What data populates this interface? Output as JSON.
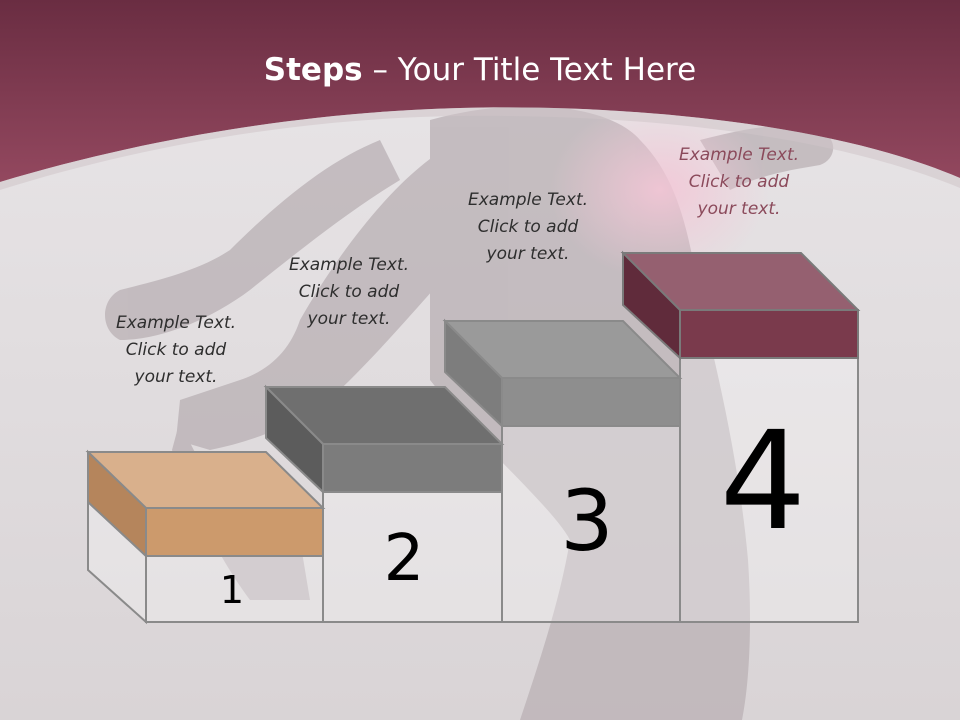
{
  "title": {
    "bold": "Steps",
    "rest": " – Your Title Text Here"
  },
  "steps": [
    {
      "number": "1",
      "lines": [
        "Example Text.",
        "Click  to add",
        "your text."
      ],
      "color": "#cc9a6c"
    },
    {
      "number": "2",
      "lines": [
        "Example Text.",
        "Click  to add",
        "your text."
      ],
      "color": "#7c7c7c"
    },
    {
      "number": "3",
      "lines": [
        "Example Text.",
        "Click  to add",
        "your text."
      ],
      "color": "#8e8e8e"
    },
    {
      "number": "4",
      "lines": [
        "Example Text.",
        "Click  to add",
        "your text."
      ],
      "color": "#7a3a4c"
    }
  ],
  "colors": {
    "header": "#7d3a50",
    "background": "#e6e2e4"
  }
}
